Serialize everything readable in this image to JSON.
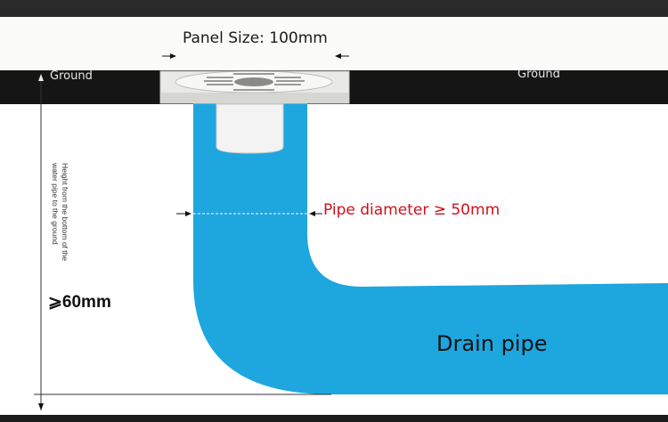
{
  "labels": {
    "panel_size": "Panel Size: 100mm",
    "ground_left": "Ground",
    "ground_right": "Ground",
    "pipe_diameter": "Pipe diameter ≥ 50mm",
    "drain_pipe": "Drain pipe",
    "height_note": "Height from the bottom of the water pipe to the ground",
    "min_height": "⩾60mm"
  },
  "colors": {
    "ground": "#151515",
    "top_band": "#2a2a2a",
    "pipe_fill": "#1ea6df",
    "annotation_red": "#d0101a",
    "drain_panel": "#eeeeee",
    "background": "#ffffff"
  },
  "icons": [
    "arrow-right-icon",
    "arrow-left-icon",
    "arrow-up-icon",
    "arrow-down-icon"
  ]
}
